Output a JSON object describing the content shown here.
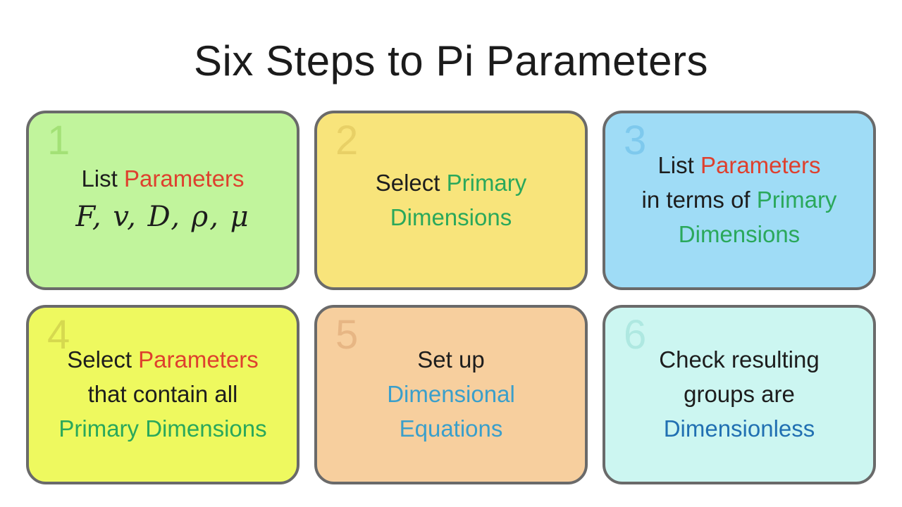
{
  "title": "Six Steps to Pi Parameters",
  "palette": {
    "black": "#1d1d1d",
    "red": "#de402e",
    "green": "#2aa85b",
    "blue_light": "#3a9fcb",
    "blue_dark": "#2170b2",
    "border": "#6a6a6a"
  },
  "steps": [
    {
      "number": "1",
      "bg": "#c1f49c",
      "number_color": "#a3e176",
      "lines": [
        [
          {
            "t": "List ",
            "c": "black"
          },
          {
            "t": "Parameters",
            "c": "red"
          }
        ],
        [
          {
            "t": "F, v, D, ρ, μ",
            "c": "black",
            "style": "math"
          }
        ]
      ]
    },
    {
      "number": "2",
      "bg": "#f8e47b",
      "number_color": "#e8d066",
      "lines": [
        [
          {
            "t": "Select ",
            "c": "black"
          },
          {
            "t": "Primary",
            "c": "green"
          }
        ],
        [
          {
            "t": "Dimensions",
            "c": "green"
          }
        ]
      ]
    },
    {
      "number": "3",
      "bg": "#9fdcf6",
      "number_color": "#7ec9ed",
      "lines": [
        [
          {
            "t": "List ",
            "c": "black"
          },
          {
            "t": "Parameters",
            "c": "red"
          }
        ],
        [
          {
            "t": "in terms of ",
            "c": "black"
          },
          {
            "t": "Primary",
            "c": "green"
          }
        ],
        [
          {
            "t": "Dimensions",
            "c": "green"
          }
        ]
      ]
    },
    {
      "number": "4",
      "bg": "#eef95f",
      "number_color": "#d6d94f",
      "lines": [
        [
          {
            "t": "Select ",
            "c": "black"
          },
          {
            "t": "Parameters",
            "c": "red"
          }
        ],
        [
          {
            "t": "that contain all",
            "c": "black"
          }
        ],
        [
          {
            "t": "Primary Dimensions",
            "c": "green"
          }
        ]
      ]
    },
    {
      "number": "5",
      "bg": "#f7cf9e",
      "number_color": "#e7b684",
      "lines": [
        [
          {
            "t": "Set up",
            "c": "black"
          }
        ],
        [
          {
            "t": "Dimensional",
            "c": "blue_light"
          }
        ],
        [
          {
            "t": "Equations",
            "c": "blue_light"
          }
        ]
      ]
    },
    {
      "number": "6",
      "bg": "#ccf6f1",
      "number_color": "#aee8e1",
      "lines": [
        [
          {
            "t": "Check resulting",
            "c": "black"
          }
        ],
        [
          {
            "t": "groups are",
            "c": "black"
          }
        ],
        [
          {
            "t": "Dimensionless",
            "c": "blue_dark"
          }
        ]
      ]
    }
  ]
}
